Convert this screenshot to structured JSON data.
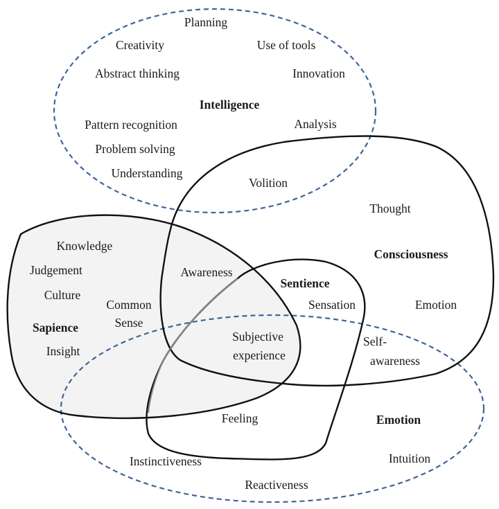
{
  "intelligence": {
    "title": "Intelligence",
    "items": [
      "Planning",
      "Creativity",
      "Use of tools",
      "Abstract thinking",
      "Innovation",
      "Pattern recognition",
      "Analysis",
      "Problem solving",
      "Understanding"
    ]
  },
  "consciousness": {
    "title": "Consciousness",
    "items": [
      "Volition",
      "Thought",
      "Emotion",
      "Self-",
      "awareness"
    ]
  },
  "sapience": {
    "title": "Sapience",
    "items": [
      "Knowledge",
      "Judgement",
      "Culture",
      "Common",
      "Sense",
      "Insight"
    ]
  },
  "sentience": {
    "title": "Sentience",
    "items": [
      "Awareness",
      "Sensation",
      "Subjective",
      "experience",
      "Feeling"
    ]
  },
  "emotion": {
    "title": "Emotion",
    "items": [
      "Instinctiveness",
      "Intuition",
      "Reactiveness"
    ]
  }
}
